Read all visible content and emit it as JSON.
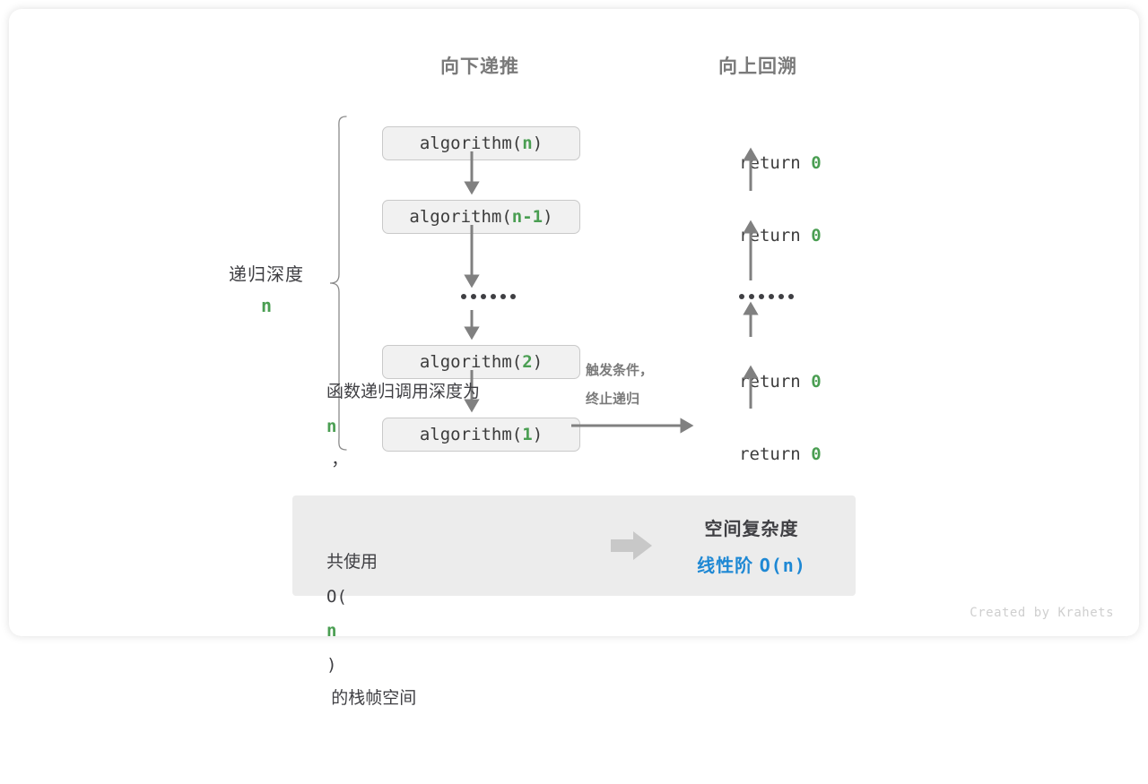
{
  "columns": {
    "down_label": "向下递推",
    "up_label": "向上回溯"
  },
  "depth": {
    "label": "递归深度",
    "value": "n"
  },
  "call_stack": [
    {
      "prefix": "algorithm(",
      "arg": "n",
      "suffix": ")"
    },
    {
      "prefix": "algorithm(",
      "arg": "n-1",
      "suffix": ")"
    },
    {
      "prefix": "algorithm(",
      "arg": "2",
      "suffix": ")"
    },
    {
      "prefix": "algorithm(",
      "arg": "1",
      "suffix": ")"
    }
  ],
  "returns": [
    {
      "text": "return ",
      "value": "0"
    },
    {
      "text": "return ",
      "value": "0"
    },
    {
      "text": "return ",
      "value": "0"
    },
    {
      "text": "return ",
      "value": "0"
    }
  ],
  "ellipsis": "••••••",
  "trigger_note": {
    "line1": "触发条件，",
    "line2": "终止递归"
  },
  "summary": {
    "left_line1_a": "函数递归调用深度为 ",
    "left_line1_n": "n",
    "left_line1_b": " ，",
    "left_line2_a": "共使用 ",
    "left_line2_o": "O(",
    "left_line2_n": "n",
    "left_line2_c": ")",
    "left_line2_b": " 的栈帧空间",
    "arrow_icon": "right-block-arrow-icon",
    "right_title": "空间复杂度",
    "right_value_text": "线性阶 ",
    "right_value_mono": "O(n)"
  },
  "credit": "Created by Krahets",
  "colors": {
    "green": "#4a9e52",
    "blue": "#1e88d4",
    "gray_text": "#3f3f43",
    "gray_muted": "#7a7a7a",
    "arrow": "#808080",
    "box_fill": "#f1f1f1",
    "box_border": "#c9c9c9",
    "panel_fill": "#ececec"
  }
}
